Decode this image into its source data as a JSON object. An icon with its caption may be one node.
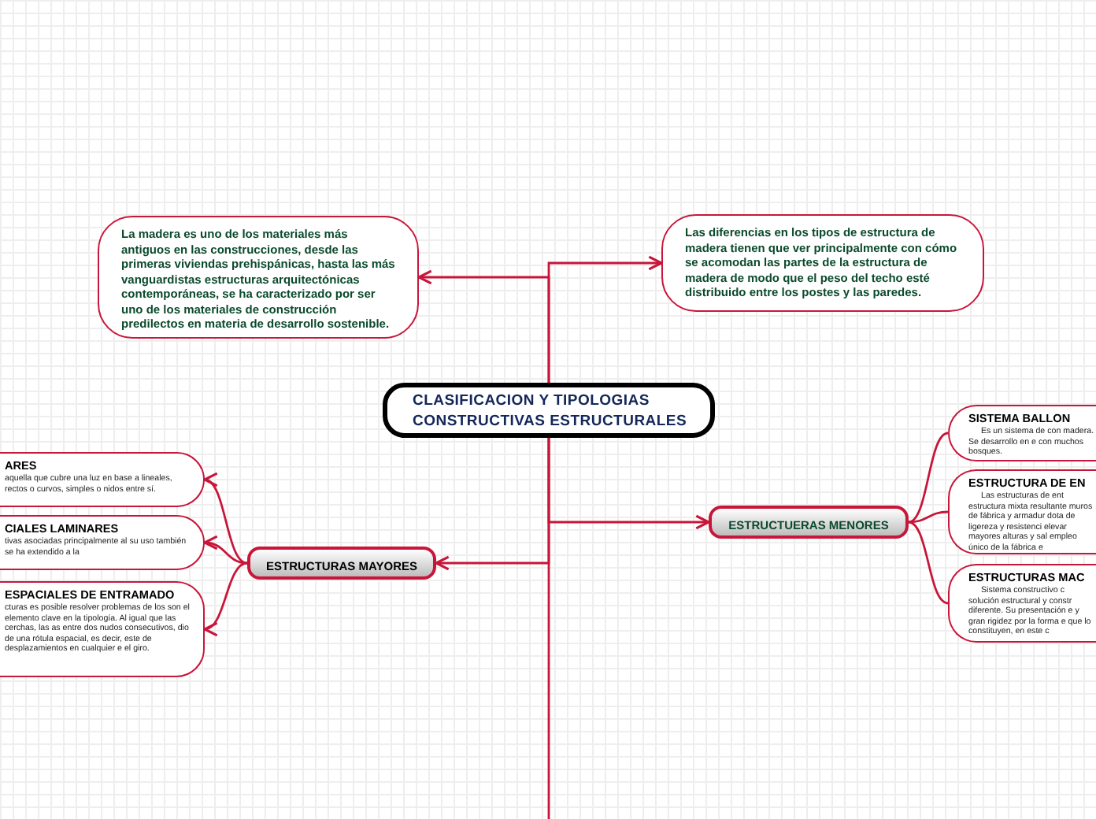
{
  "diagram": {
    "nodes": [
      {
        "text": [
          "CLASIFICACION Y TIPOLOGIAS CONSTRUCTIVAS ESTRUCTURALES"
        ]
      },
      {
        "text": [
          "La madera es uno de los materiales más antiguos en las construcciones, desde las primeras viviendas prehispánicas, hasta las más vanguardistas estructuras arquitectónicas contemporáneas, se ha caracterizado por ser uno de los materiales de construcción predilectos en materia de desarrollo sostenible."
        ]
      },
      {
        "text": [
          "Las diferencias en los tipos de estructura de madera tienen que ver principalmente con cómo se acomodan las partes de la estructura de madera de modo que el peso del techo esté distribuido entre los postes y las paredes."
        ]
      },
      {
        "text": [
          "ESTRUCTURAS MAYORES"
        ]
      },
      {
        "text": [
          "ESTRUCTUERAS MENORES"
        ]
      },
      {
        "text": [
          "ARES",
          "aquella que cubre una luz en base a lineales, rectos o curvos, simples o nidos entre sí."
        ]
      },
      {
        "text": [
          "CIALES LAMINARES",
          "tivas asociadas principalmente al su uso también se ha extendido a la"
        ]
      },
      {
        "text": [
          "ESPACIALES DE ENTRAMADO",
          "cturas es posible resolver problemas de los son el elemento clave en la tipología. Al igual que las cerchas, las as entre dos nudos consecutivos, dio de una rótula espacial, es decir, este de desplazamientos en cualquier e el giro."
        ]
      },
      {
        "text": [
          "SISTEMA BALLON",
          "Es un sistema de con madera. Se desarrollo en e con muchos bosques."
        ]
      },
      {
        "text": [
          "ESTRUCTURA DE EN",
          "Las estructuras de ent estructura mixta resultante muros de fábrica y armadur dota de ligereza y resistenci elevar mayores alturas y sal empleo único de la fábrica e"
        ]
      },
      {
        "text": [
          "ESTRUCTURAS MAC",
          "Sistema constructivo c solución estructural y constr diferente. Su presentación e y gran rigidez por la forma e que lo constituyen, en este c"
        ]
      }
    ],
    "edges": [
      {
        "from": 0,
        "to": 1,
        "arrow": "to"
      },
      {
        "from": 0,
        "to": 2,
        "arrow": "to"
      },
      {
        "from": 0,
        "to": 3,
        "arrow": "to"
      },
      {
        "from": 0,
        "to": 4,
        "arrow": "to"
      },
      {
        "from": 0,
        "to": null,
        "arrow": "none"
      },
      {
        "from": 3,
        "to": 5,
        "arrow": "to"
      },
      {
        "from": 3,
        "to": 6,
        "arrow": "to"
      },
      {
        "from": 3,
        "to": 7,
        "arrow": "to"
      },
      {
        "from": 4,
        "to": 8,
        "arrow": "none"
      },
      {
        "from": 4,
        "to": 9,
        "arrow": "none"
      },
      {
        "from": 4,
        "to": 10,
        "arrow": "none"
      }
    ]
  }
}
